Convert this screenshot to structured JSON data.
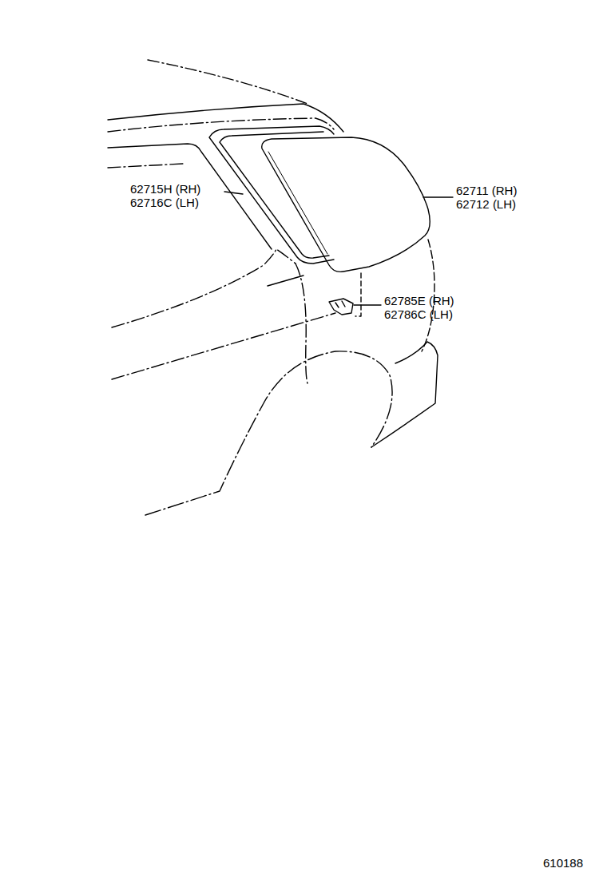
{
  "diagram": {
    "labels": [
      "62715H (RH)",
      "62716C (LH)",
      "62711 (RH)",
      "62712 (LH)",
      "62785E (RH)",
      "62786C (LH)",
      "610188"
    ]
  }
}
